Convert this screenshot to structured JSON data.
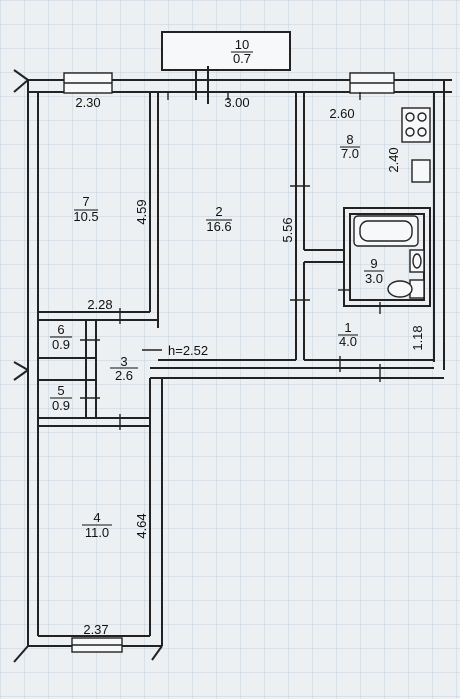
{
  "rooms": [
    {
      "id": "r1",
      "number": "1",
      "area": "4.0"
    },
    {
      "id": "r2",
      "number": "2",
      "area": "16.6"
    },
    {
      "id": "r3",
      "number": "3",
      "area": "2.6"
    },
    {
      "id": "r4",
      "number": "4",
      "area": "11.0"
    },
    {
      "id": "r5",
      "number": "5",
      "area": "0.9"
    },
    {
      "id": "r6",
      "number": "6",
      "area": "0.9"
    },
    {
      "id": "r7",
      "number": "7",
      "area": "10.5"
    },
    {
      "id": "r8",
      "number": "8",
      "area": "7.0"
    },
    {
      "id": "r9",
      "number": "9",
      "area": "3.0"
    },
    {
      "id": "r10",
      "number": "10",
      "area": "0.7"
    }
  ],
  "dimensions": {
    "d230": "2.30",
    "d300": "3.00",
    "d260": "2.60",
    "d459": "4.59",
    "d556": "5.56",
    "d240": "2.40",
    "d228": "2.28",
    "d118": "1.18",
    "d464": "4.64",
    "d237": "2.37",
    "height": "h=2.52"
  }
}
